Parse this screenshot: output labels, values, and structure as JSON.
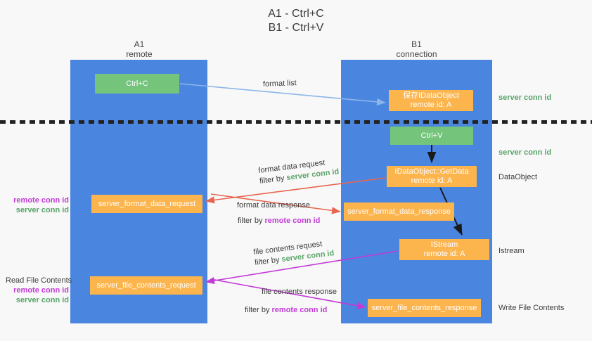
{
  "title": {
    "line1": "A1 - Ctrl+C",
    "line2": "B1 - Ctrl+V"
  },
  "lanes": [
    {
      "name": "A1",
      "sublabel": "remote",
      "color": "#4a86e0"
    },
    {
      "name": "B1",
      "sublabel": "connection",
      "color": "#4a86e0"
    }
  ],
  "colors": {
    "lane": "#4a86e0",
    "green_box": "#74c47c",
    "orange_box": "#fcb44d",
    "server_conn_id": "#5aa469",
    "remote_conn_id": "#c23bd6",
    "arrow_format_list": "#8cb6e8",
    "arrow_format_data": "#e8654f",
    "arrow_file_contents": "#c23bd6",
    "arrow_internal": "#1a1a1a",
    "background": "#f8f8f8"
  },
  "boxes": {
    "ctrl_c": "Ctrl+C",
    "ctrl_v": "Ctrl+V",
    "save_idataobject": {
      "line1": "保存IDataObject",
      "line2": "remote id: A"
    },
    "getdata": {
      "line1": "IDataObject::GetData",
      "line2": "remote id: A"
    },
    "istream": {
      "line1": "IStream",
      "line2": "remote id: A"
    },
    "server_format_data_request": "server_format_data_request",
    "server_format_data_response": "server_format_data_response",
    "server_file_contents_request": "server_file_contents_request",
    "server_file_contents_response": "server_file_contents_response"
  },
  "right_annotations": {
    "server_conn_id_top": "server conn id",
    "server_conn_id_mid": "server conn id",
    "dataobject": "DataObject",
    "istream": "Istream",
    "write_file_contents": "Write File Contents"
  },
  "left_annotations": {
    "group1": {
      "remote_conn_id": "remote conn id",
      "server_conn_id": "server conn id"
    },
    "group2": {
      "read_file_contents": "Read File Contents",
      "remote_conn_id": "remote conn id",
      "server_conn_id": "server conn id"
    }
  },
  "flow_labels": {
    "format_list": "format list",
    "format_data_request": "format data request",
    "format_data_request_filter_prefix": "filter by ",
    "format_data_request_filter_key": "server conn id",
    "format_data_response": "format data response",
    "format_data_response_filter_prefix": "filter by ",
    "format_data_response_filter_key": "remote conn id",
    "file_contents_request": "file contents request",
    "file_contents_request_filter_prefix": "filter by ",
    "file_contents_request_filter_key": "server conn id",
    "file_contents_response": "file contents response",
    "file_contents_response_filter_prefix": "filter by ",
    "file_contents_response_filter_key": "remote conn id"
  }
}
